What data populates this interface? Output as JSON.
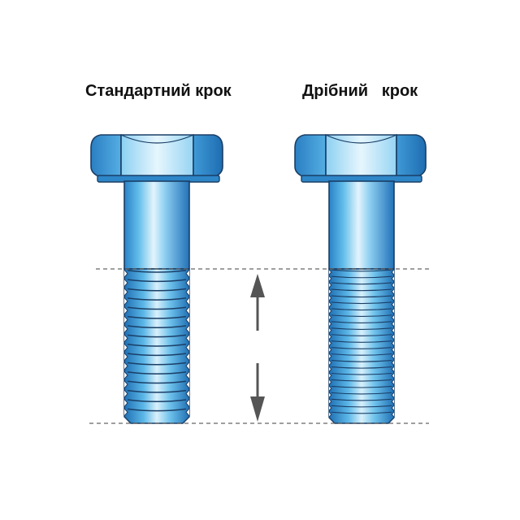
{
  "labels": {
    "standard": "Стандартний крок",
    "fine": "Дрібний   крок"
  },
  "bolts": [
    {
      "id": "standard",
      "thread_count": 16
    },
    {
      "id": "fine",
      "thread_count": 23
    }
  ],
  "colors": {
    "bolt_light": "#dff1fb",
    "bolt_mid": "#4fb0e6",
    "bolt_dark": "#1d6fb4",
    "outline": "#1a3e66",
    "guide_line": "#666666",
    "arrow": "#555555"
  }
}
